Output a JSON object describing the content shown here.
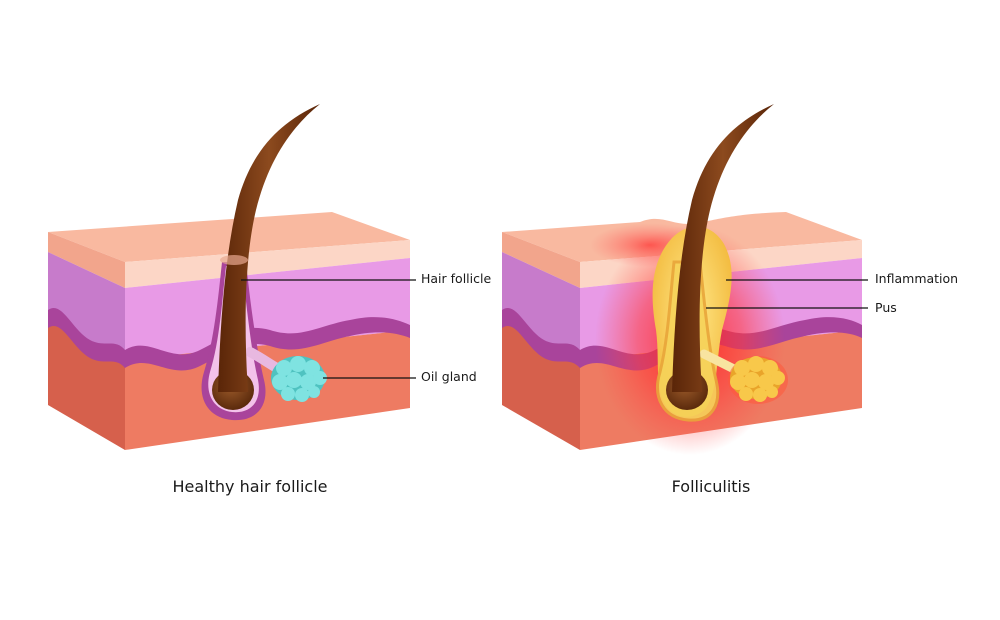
{
  "left_panel": {
    "caption": "Healthy hair follicle",
    "labels": {
      "hair_follicle": "Hair follicle",
      "oil_gland": "Oil gland"
    }
  },
  "right_panel": {
    "caption": "Folliculitis",
    "labels": {
      "inflammation": "Inflammation",
      "pus": "Pus"
    }
  },
  "colors": {
    "epidermis_top": "#f9b9a0",
    "epidermis_band": "#fcd6c6",
    "dermis": "#e89ae6",
    "dermis_side": "#c77bcb",
    "papillary_wave": "#a9449b",
    "subcutis": "#ee7b62",
    "subcutis_side": "#d6604c",
    "hair": "#7a3814",
    "oil_gland_healthy": "#6fd8d6",
    "oil_gland_infected": "#f2b93a",
    "pus": "#f6d35a",
    "inflammation": "#ff2a2a"
  }
}
